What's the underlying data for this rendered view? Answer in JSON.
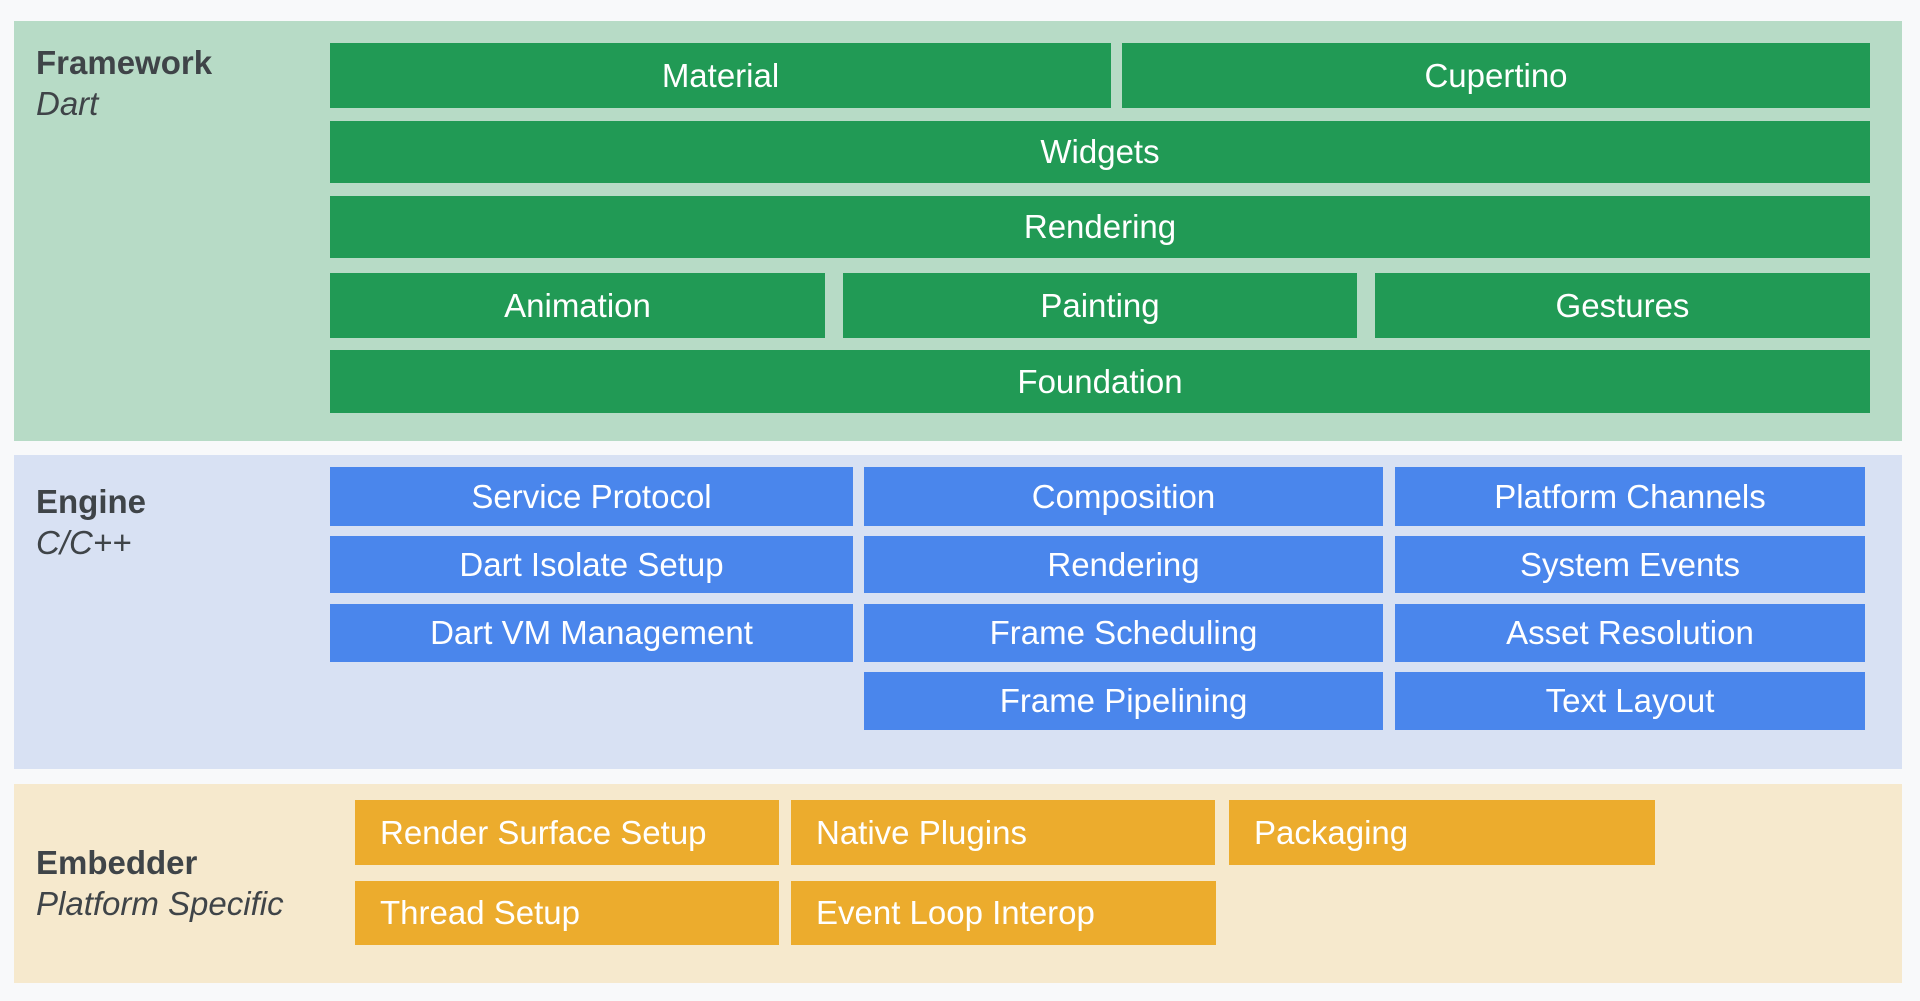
{
  "framework": {
    "title": "Framework",
    "subtitle": "Dart",
    "blocks": {
      "material": "Material",
      "cupertino": "Cupertino",
      "widgets": "Widgets",
      "rendering": "Rendering",
      "animation": "Animation",
      "painting": "Painting",
      "gestures": "Gestures",
      "foundation": "Foundation"
    }
  },
  "engine": {
    "title": "Engine",
    "subtitle": "C/C++",
    "blocks": {
      "service_protocol": "Service Protocol",
      "dart_isolate_setup": "Dart Isolate Setup",
      "dart_vm_management": "Dart VM Management",
      "composition": "Composition",
      "rendering": "Rendering",
      "frame_scheduling": "Frame Scheduling",
      "frame_pipelining": "Frame Pipelining",
      "platform_channels": "Platform Channels",
      "system_events": "System Events",
      "asset_resolution": "Asset Resolution",
      "text_layout": "Text Layout"
    }
  },
  "embedder": {
    "title": "Embedder",
    "subtitle": "Platform Specific",
    "blocks": {
      "render_surface_setup": "Render Surface Setup",
      "native_plugins": "Native Plugins",
      "packaging": "Packaging",
      "thread_setup": "Thread Setup",
      "event_loop_interop": "Event Loop Interop"
    }
  },
  "colors": {
    "page_bg": "#f8f9fa",
    "framework_bg": "#b7dbc6",
    "framework_block": "#219a55",
    "engine_bg": "#d8e1f3",
    "engine_block": "#4a86ec",
    "embedder_bg": "#f6e9cd",
    "embedder_block": "#ecac2d",
    "title_text": "#3f4448",
    "block_text": "#ffffff"
  }
}
